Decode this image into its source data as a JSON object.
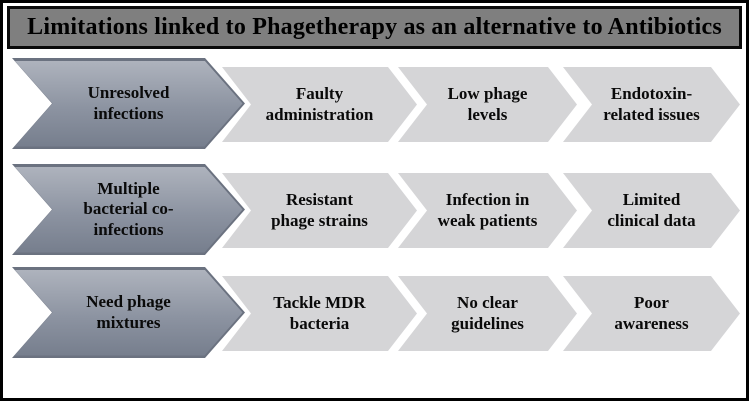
{
  "title": "Limitations linked to Phagetherapy as an alternative to Antibiotics",
  "colors": {
    "title_bar_bg": "#7f7f7f",
    "title_bar_border": "#0a0a0a",
    "lead_chevron_top": "#aeb3bd",
    "lead_chevron_bottom": "#767e8d",
    "lead_chevron_border": "#6b7280",
    "step_chevron_bg": "#d5d5d7",
    "text": "#0a0a0a",
    "background": "#ffffff",
    "frame_border": "#000000"
  },
  "rows": [
    {
      "items": [
        {
          "label": "Unresolved\ninfections"
        },
        {
          "label": "Faulty\nadministration"
        },
        {
          "label": "Low phage\nlevels"
        },
        {
          "label": "Endotoxin-\nrelated issues"
        }
      ]
    },
    {
      "items": [
        {
          "label": "Multiple\nbacterial co-\ninfections"
        },
        {
          "label": "Resistant\nphage strains"
        },
        {
          "label": "Infection in\nweak patients"
        },
        {
          "label": "Limited\nclinical data"
        }
      ]
    },
    {
      "items": [
        {
          "label": "Need phage\nmixtures"
        },
        {
          "label": "Tackle MDR\nbacteria"
        },
        {
          "label": "No clear\nguidelines"
        },
        {
          "label": "Poor\nawareness"
        }
      ]
    }
  ]
}
